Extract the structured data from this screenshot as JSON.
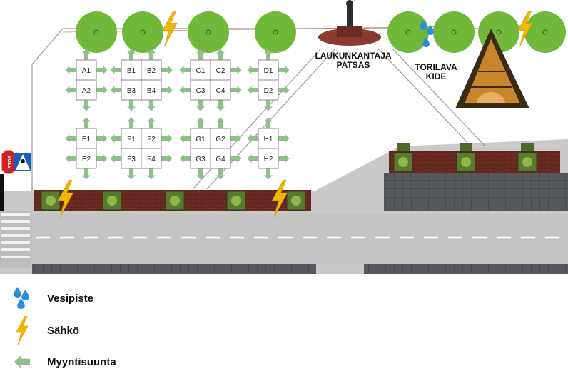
{
  "map": {
    "landmarks": {
      "statue": "LAUKUNKANTAJA\nPATSAS",
      "kiosk": "TORILAVA\nKIDE"
    },
    "stalls": [
      {
        "id": "A1"
      },
      {
        "id": "A2"
      },
      {
        "id": "B1"
      },
      {
        "id": "B2"
      },
      {
        "id": "B3"
      },
      {
        "id": "B4"
      },
      {
        "id": "C1"
      },
      {
        "id": "C2"
      },
      {
        "id": "C3"
      },
      {
        "id": "C4"
      },
      {
        "id": "D1"
      },
      {
        "id": "D2"
      },
      {
        "id": "E1"
      },
      {
        "id": "E2"
      },
      {
        "id": "F1"
      },
      {
        "id": "F2"
      },
      {
        "id": "F3"
      },
      {
        "id": "F4"
      },
      {
        "id": "G1"
      },
      {
        "id": "G2"
      },
      {
        "id": "G3"
      },
      {
        "id": "G4"
      },
      {
        "id": "H1"
      },
      {
        "id": "H2"
      }
    ],
    "stop_sign": "STOP",
    "colors": {
      "road": "#c9c9c9",
      "plaza": "#ffffff",
      "planter": "#6b2a22",
      "tree": "#6fb83a",
      "arrow": "#8fc08a",
      "water": "#2a8fd8",
      "electric": "#f2b705"
    }
  },
  "legend": {
    "water": {
      "icon": "water-drops-icon",
      "label": "Vesipiste"
    },
    "electricity": {
      "icon": "lightning-icon",
      "label": "Sähkö"
    },
    "direction": {
      "icon": "arrow-left-icon",
      "label": "Myyntisuunta"
    }
  }
}
